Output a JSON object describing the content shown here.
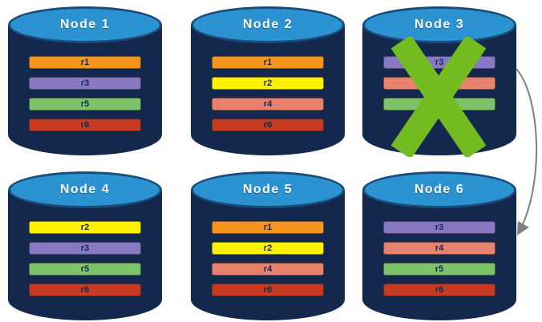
{
  "nodes": [
    {
      "label": "Node 1",
      "failed": false,
      "replicas": [
        "r1",
        "r3",
        "r5",
        "r6"
      ]
    },
    {
      "label": "Node 2",
      "failed": false,
      "replicas": [
        "r1",
        "r2",
        "r4",
        "r6"
      ]
    },
    {
      "label": "Node 3",
      "failed": true,
      "replicas": [
        "r3",
        "r4",
        "r5"
      ]
    },
    {
      "label": "Node 4",
      "failed": false,
      "replicas": [
        "r2",
        "r3",
        "r5",
        "r6"
      ]
    },
    {
      "label": "Node 5",
      "failed": false,
      "replicas": [
        "r1",
        "r2",
        "r4",
        "r6"
      ]
    },
    {
      "label": "Node 6",
      "failed": false,
      "replicas": [
        "r3",
        "r4",
        "r5",
        "r6"
      ]
    }
  ],
  "replica_colors": {
    "r1": "#F7941E",
    "r2": "#FFF200",
    "r3": "#8878C4",
    "r4": "#E8826E",
    "r5": "#7DC36B",
    "r6": "#C63B22"
  },
  "colors": {
    "background": "#FFFFFF",
    "cylinder_body": "#14284E",
    "cylinder_top": "#2B93D2",
    "cylinder_top_border": "#1A4C79",
    "node_title_text": "#FFFFFF",
    "bar_text": "#14284E",
    "failure_x": "#72BC22",
    "arrow": "#7F7F7F"
  },
  "failover_arrow": {
    "from": "Node 3",
    "to": "Node 6"
  }
}
